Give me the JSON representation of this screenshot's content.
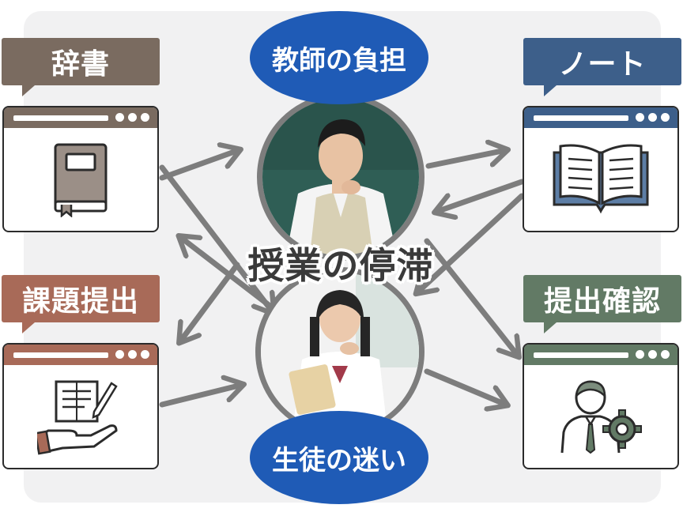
{
  "labels": {
    "dictionary": "辞書",
    "notes": "ノート",
    "assignment_submission": "課題提出",
    "submission_check": "提出確認"
  },
  "bubbles": {
    "teacher_burden": "教師の負担",
    "student_confusion": "生徒の迷い"
  },
  "center_title": "授業の停滞",
  "colors": {
    "dictionary": "#7a6b60",
    "notes": "#3d5f8a",
    "assignment_submission": "#a86a58",
    "submission_check": "#627a65",
    "bubble": "#1f5bb6",
    "arrow": "#7d7d7d"
  },
  "icons": {
    "dictionary": "book-icon",
    "notes": "open-book-icon",
    "assignment_submission": "hand-document-icon",
    "submission_check": "person-gear-icon"
  }
}
